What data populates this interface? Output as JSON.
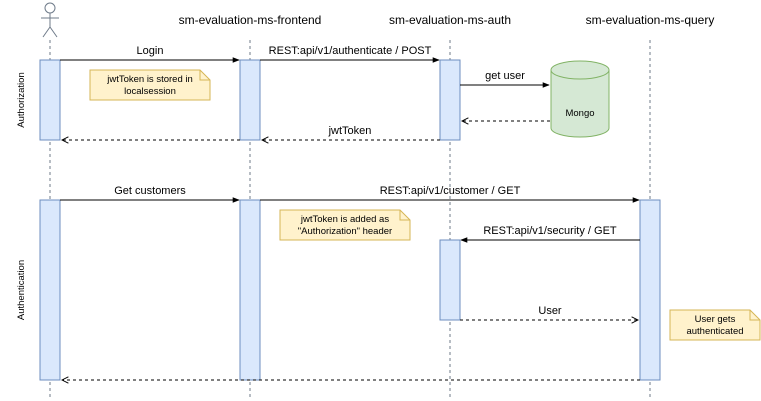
{
  "participants": {
    "frontend": "sm-evaluation-ms-frontend",
    "auth": "sm-evaluation-ms-auth",
    "query": "sm-evaluation-ms-query"
  },
  "groups": {
    "authorization": "Authorization",
    "authentication": "Authentication"
  },
  "messages": {
    "login": "Login",
    "authenticate": "REST:api/v1/authenticate / POST",
    "get_user": "get user",
    "jwt_token": "jwtToken",
    "get_customers": "Get customers",
    "customer_get": "REST:api/v1/customer / GET",
    "security_get": "REST:api/v1/security / GET",
    "user": "User"
  },
  "database": {
    "label": "Mongo"
  },
  "notes": {
    "jwt_stored": [
      "jwtToken is stored in",
      "localsession"
    ],
    "jwt_added": [
      "jwtToken is added as",
      "\"Authorization\" header"
    ],
    "user_auth": [
      "User gets",
      "authenticated"
    ]
  },
  "colors": {
    "activation_fill": "#dae8fc",
    "activation_stroke": "#6c8ebf",
    "note_fill": "#fff2cc",
    "note_stroke": "#d6b656",
    "db_fill": "#d5e8d4",
    "db_stroke": "#82b366",
    "lifeline": "#6f7b8a"
  }
}
